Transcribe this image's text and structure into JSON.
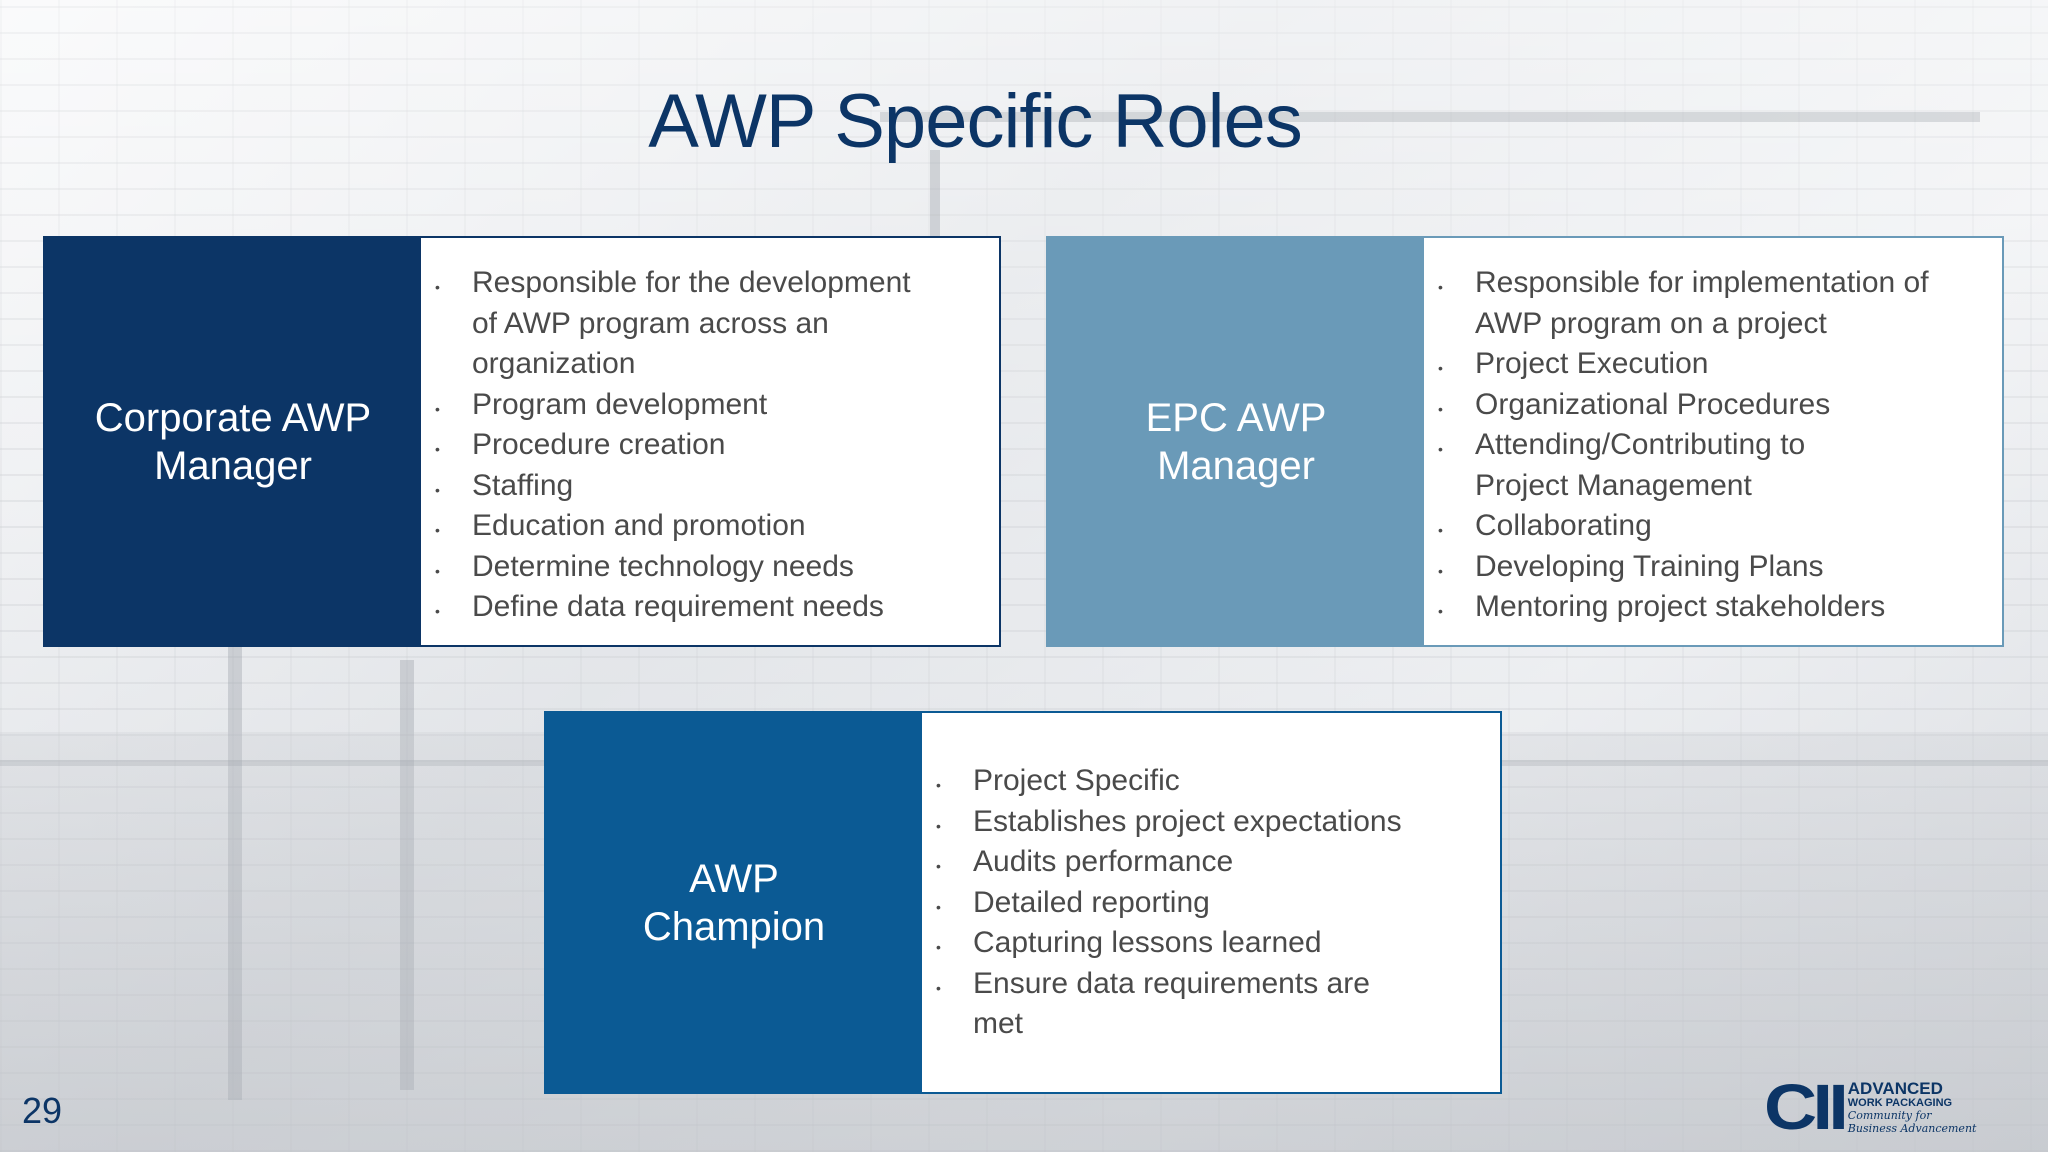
{
  "slide": {
    "title": "AWP Specific Roles",
    "page_number": "29"
  },
  "roles": {
    "corporate": {
      "name_line1": "Corporate AWP",
      "name_line2": "Manager",
      "items": [
        "Responsible for the development of AWP program across an organization",
        "Program development",
        "Procedure creation",
        "Staffing",
        "Education and promotion",
        "Determine technology needs",
        "Define data requirement needs"
      ]
    },
    "epc": {
      "name_line1": "EPC AWP",
      "name_line2": "Manager",
      "items": [
        "Responsible for implementation of AWP program on a project",
        "Project Execution",
        "Organizational Procedures",
        "Attending/Contributing to Project Management",
        "Collaborating",
        "Developing Training Plans",
        "Mentoring project stakeholders"
      ]
    },
    "champion": {
      "name_line1": "AWP",
      "name_line2": "Champion",
      "items": [
        "Project Specific",
        "Establishes project expectations",
        "Audits performance",
        "Detailed reporting",
        "Capturing lessons learned",
        "Ensure data requirements are met"
      ]
    }
  },
  "logo": {
    "mark": "CII",
    "line1": "ADVANCED",
    "line2": "WORK PACKAGING",
    "line3": "Community for",
    "line4": "Business Advancement"
  },
  "colors": {
    "navy": "#0c3566",
    "steel_blue": "#6a9ab8",
    "medium_blue": "#0b5a94"
  }
}
